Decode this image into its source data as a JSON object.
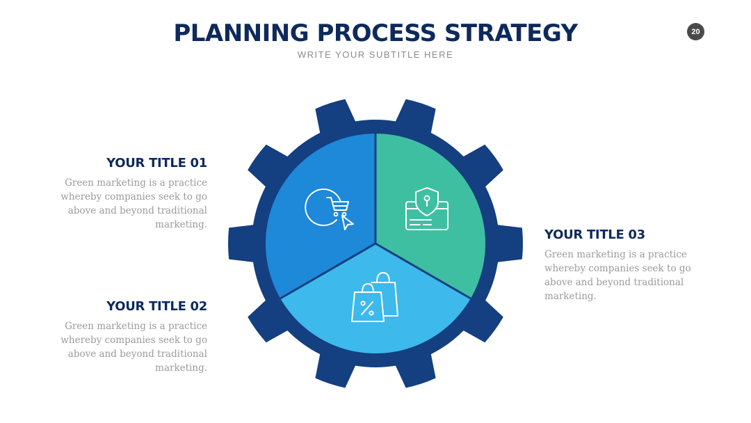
{
  "header": {
    "title": "PLANNING PROCESS STRATEGY",
    "subtitle": "WRITE YOUR SUBTITLE HERE",
    "page_number": "20"
  },
  "items": [
    {
      "title": "YOUR TITLE 01",
      "text": "Green marketing is a practice whereby companies seek to go above and beyond traditional marketing.",
      "icon": "shopping-cart-icon"
    },
    {
      "title": "YOUR TITLE 02",
      "text": "Green marketing is a practice whereby companies seek to go above and beyond traditional marketing.",
      "icon": "shopping-bags-icon"
    },
    {
      "title": "YOUR TITLE 03",
      "text": "Green marketing is a practice whereby companies seek to go above and beyond traditional marketing.",
      "icon": "secure-card-icon"
    }
  ],
  "colors": {
    "title": "#0e2a5c",
    "subtitle": "#8a8a8a",
    "body_text": "#9a9a9a",
    "badge": "#4a4a4a",
    "gear": "#143f80",
    "segment_1": "#1e88d9",
    "segment_2": "#3db9ec",
    "segment_3": "#3fbfa2"
  }
}
